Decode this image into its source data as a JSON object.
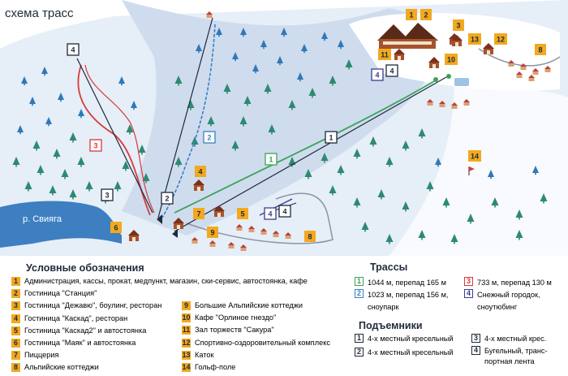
{
  "map": {
    "title": "схема трасс",
    "river": "р. Свияга"
  },
  "markers": {
    "orange": [
      "1",
      "2",
      "3",
      "4",
      "5",
      "6",
      "7",
      "8",
      "9",
      "10",
      "11",
      "12",
      "13",
      "14"
    ],
    "lifts": [
      "1",
      "2",
      "3",
      "4"
    ],
    "trails": [
      "1",
      "2",
      "3",
      "4"
    ]
  },
  "legend": {
    "heading": "Условные обозначения",
    "items": [
      {
        "n": "1",
        "text": "Администрация, кассы, прокат, медпункт, магазин, ски-сервис, автостоянка, кафе"
      },
      {
        "n": "2",
        "text": "Гостиница \"Станция\""
      },
      {
        "n": "3",
        "text": "Гостиница \"Дежавю\", боулинг, ресторан"
      },
      {
        "n": "4",
        "text": "Гостиница \"Каскад\", ресторан"
      },
      {
        "n": "5",
        "text": "Гостиница \"Каскад2\" и автостоянка"
      },
      {
        "n": "6",
        "text": "Гостиница \"Маяк\" и автостоянка"
      },
      {
        "n": "7",
        "text": "Пиццерия"
      },
      {
        "n": "8",
        "text": "Альпийские коттеджи"
      },
      {
        "n": "9",
        "text": "Большие Альпийские коттеджи"
      },
      {
        "n": "10",
        "text": "Кафе \"Орлиное гнездо\""
      },
      {
        "n": "11",
        "text": "Зал торжеств \"Сакура\""
      },
      {
        "n": "12",
        "text": "Спортивно-оздоровительный комплекс"
      },
      {
        "n": "13",
        "text": "Каток"
      },
      {
        "n": "14",
        "text": "Гольф-поле"
      }
    ]
  },
  "trails": {
    "heading": "Трассы",
    "items": [
      {
        "n": "1",
        "lines": [
          "1044 м, перепад 165 м"
        ],
        "color": "green"
      },
      {
        "n": "2",
        "lines": [
          "1023 м, перепад 156 м,",
          "сноупарк"
        ],
        "color": "blue"
      },
      {
        "n": "3",
        "lines": [
          "733 м, перепад 130 м"
        ],
        "color": "red"
      },
      {
        "n": "4",
        "lines": [
          "Снежный городок,",
          "сноутюбинг"
        ],
        "color": "navy"
      }
    ]
  },
  "lifts": {
    "heading": "Подъемники",
    "items": [
      {
        "n": "1",
        "lines": [
          "4-х местный кресельный"
        ]
      },
      {
        "n": "2",
        "lines": [
          "4-х местный кресельный"
        ]
      },
      {
        "n": "3",
        "lines": [
          "4-х местный крес."
        ]
      },
      {
        "n": "4",
        "lines": [
          "Бугельный, транс-",
          "портная лента"
        ]
      }
    ]
  },
  "colors": {
    "snow_light": "#e6eef8",
    "snow_mid": "#cfdcee",
    "river": "#3d7fc1",
    "badge_orange": "#f2a91e",
    "trail_green": "#3aa35a",
    "trail_blue": "#3b7fc4",
    "trail_red": "#d83a3a",
    "trail_navy": "#3a3f8c",
    "tree": "#2d8a72",
    "house": "#a4532e"
  }
}
